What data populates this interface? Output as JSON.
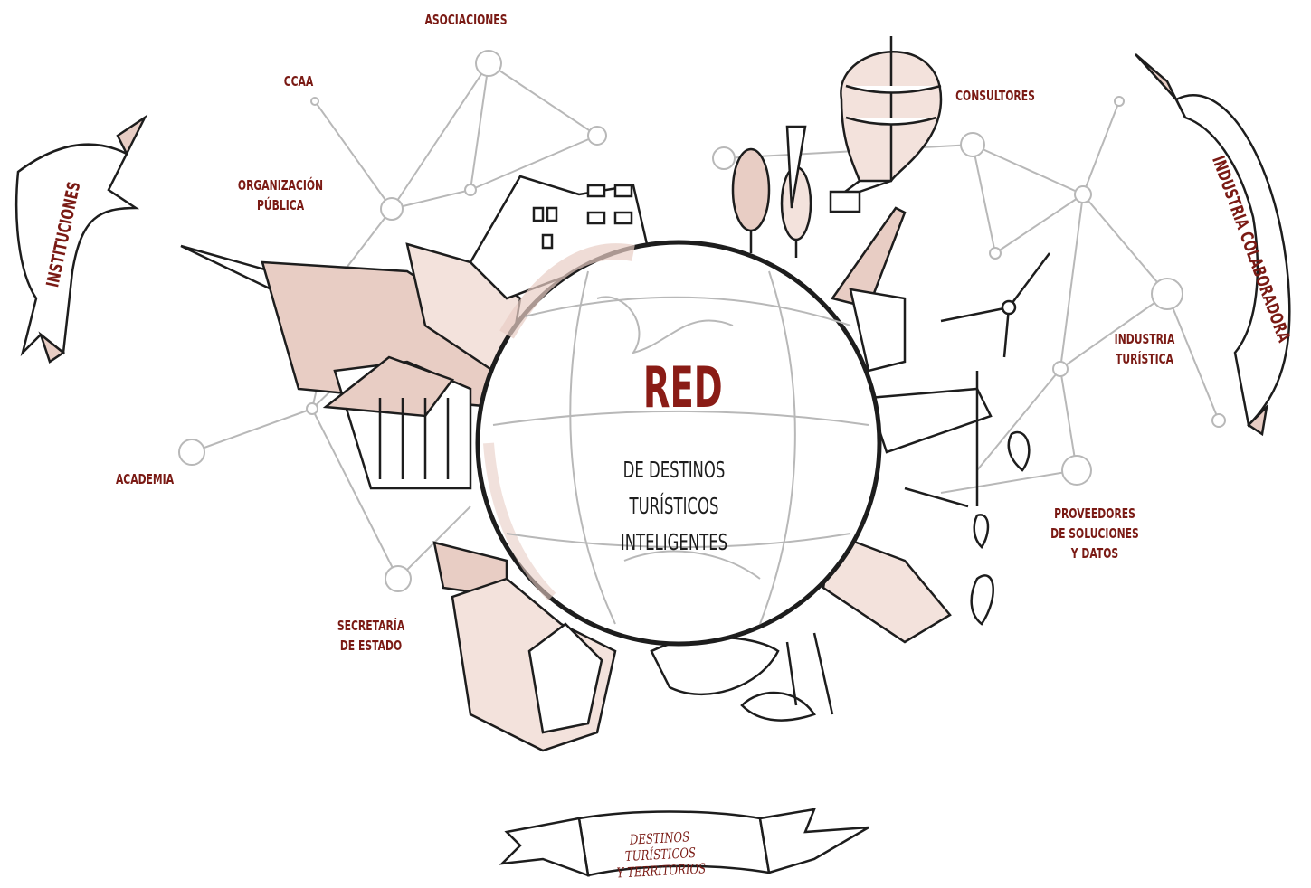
{
  "center": {
    "title": "RED",
    "subtitle_line1": "DE DESTINOS",
    "subtitle_line2": "TURÍSTICOS INTELIGENTES"
  },
  "ribbons": {
    "left": "INSTITUCIONES",
    "right": "INDUSTRIA COLABORADORA",
    "bottom_line1": "DESTINOS TURÍSTICOS",
    "bottom_line2": "Y TERRITORIOS"
  },
  "labels": {
    "asociaciones": "ASOCIACIONES",
    "ccaa": "CCAA",
    "organizacion_line1": "ORGANIZACIÓN",
    "organizacion_line2": "PÚBLICA",
    "academia": "ACADEMIA",
    "secretaria_line1": "SECRETARÍA",
    "secretaria_line2": "DE ESTADO",
    "consultores": "CONSULTORES",
    "industria_line1": "INDUSTRIA",
    "industria_line2": "TURÍSTICA",
    "proveedores_line1": "PROVEEDORES",
    "proveedores_line2": "DE SOLUCIONES",
    "proveedores_line3": "Y DATOS"
  },
  "colors": {
    "accent": "#7a1a14",
    "tint": "#e8cdc4",
    "line": "#b8b8b8",
    "ink": "#1d1d1d"
  }
}
